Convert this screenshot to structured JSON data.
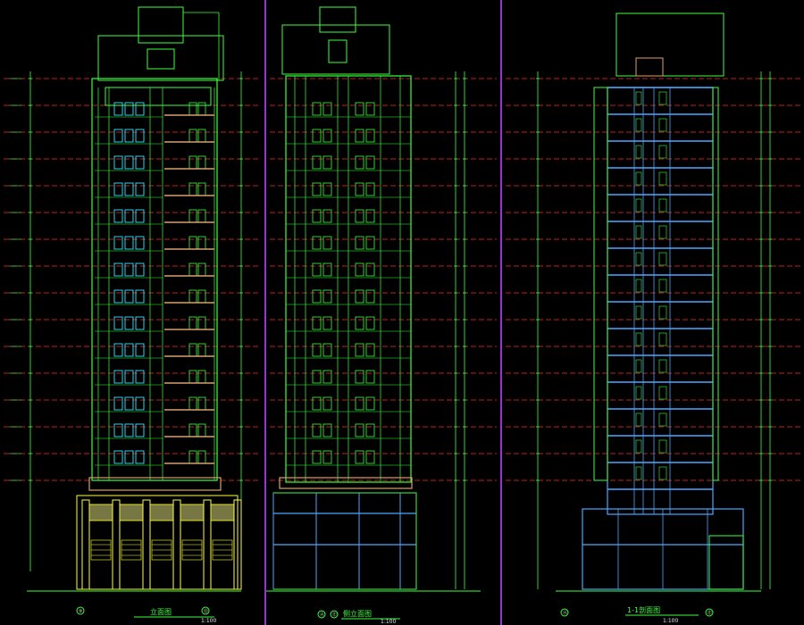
{
  "drawing": {
    "colors": {
      "background": "#000000",
      "frame": "#9b30d9",
      "structure": "#3cff3c",
      "level_line": "#ff2a2a",
      "window": "#33e6ff",
      "slab": "#d8a070",
      "podium": "#ffff33",
      "floor": "#4aa8ff",
      "text": "#e8e8e8"
    },
    "panels": [
      {
        "id": "front-elevation",
        "title": "立面图",
        "axis_labels": [
          "⑤",
          "⑫"
        ],
        "scale": "1:100"
      },
      {
        "id": "side-elevation",
        "title": "侧立面图",
        "axis_labels": [
          "Ⓐ",
          "Ⓔ"
        ],
        "scale": "1:100"
      },
      {
        "id": "section",
        "title": "1-1剖面图",
        "axis_labels": [
          "Ⓐ",
          "Ⓔ"
        ],
        "scale": "1:100"
      }
    ]
  }
}
